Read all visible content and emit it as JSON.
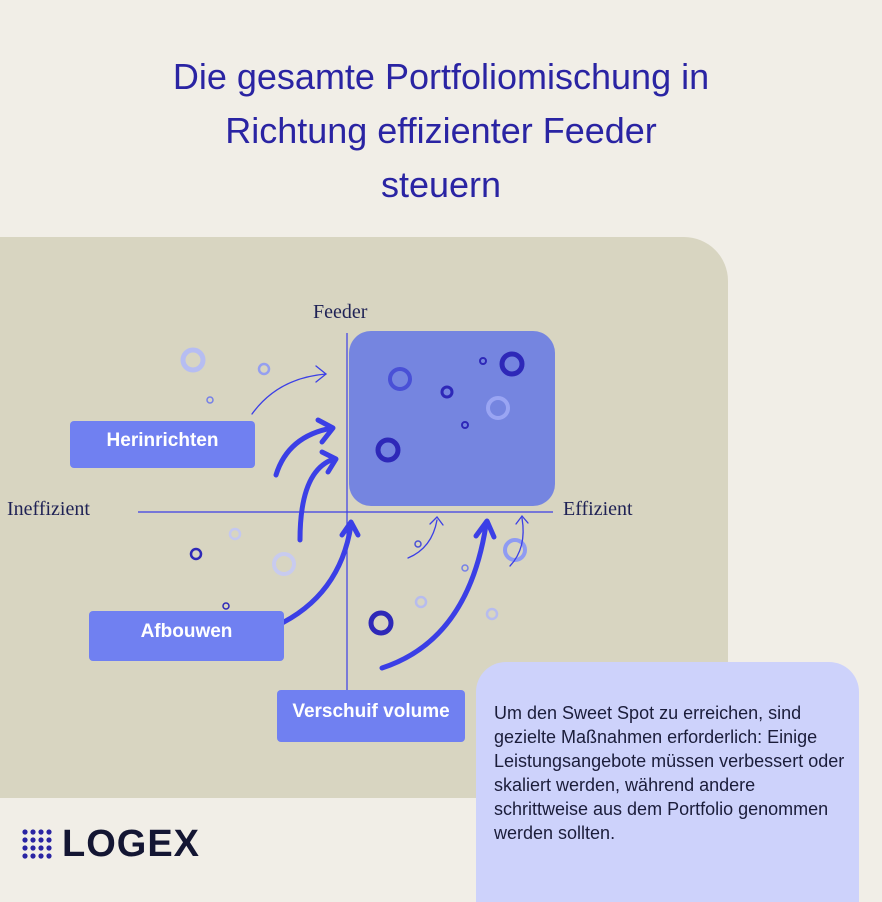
{
  "title": {
    "line1": "Die gesamte Portfoliomischung in",
    "line2": "Richtung effizienter Feeder",
    "line3": "steuern"
  },
  "axes": {
    "y_top": "Feeder",
    "x_left": "Ineffizient",
    "x_right": "Effizient"
  },
  "tags": {
    "herinrichten": "Herinrichten",
    "afbouwen": "Afbouwen",
    "verschuif": "Verschuif volume"
  },
  "note": {
    "text": "Um den Sweet Spot zu erreichen, sind gezielte Maßnahmen erforderlich: Einige Leistungsangebote müssen verbessert oder skaliert werden, während andere schrittweise aus dem Portfolio genommen werden sollten."
  },
  "logo": {
    "word": "LOGEX"
  },
  "colors": {
    "title": "#2a24a3",
    "panel": "#d8d5c1",
    "sweet_spot": "#7585e0",
    "tag": "#7080f1",
    "arrow": "#3b3fe6",
    "note_bg": "#cdd2fb"
  }
}
